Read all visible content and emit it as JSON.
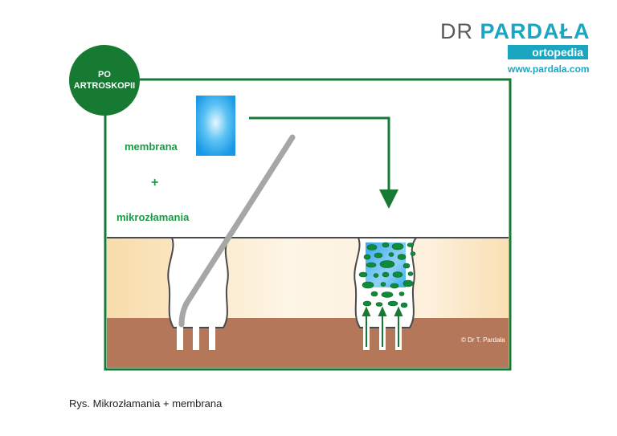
{
  "logo": {
    "prefix": "DR ",
    "brand": "PARDAŁA",
    "sub": "ortopedia",
    "url": "www.pardala.com"
  },
  "badge": {
    "line1": "PO",
    "line2": "ARTROSKOPII"
  },
  "labels": {
    "membrane": "membrana",
    "plus": "+",
    "microfracture": "mikrozłamania"
  },
  "copyright": "© Dr T. Pardała",
  "caption": "Rys. Mikrozłamania + membrana",
  "colors": {
    "frame": "#177a33",
    "brand": "#1aa6c1",
    "bone": "#b5775a",
    "cartilage": "#fbe6c4",
    "membrane": "#1ba3e8",
    "tool": "#a6a6a6",
    "clot": "#0f8c3a"
  },
  "icons": [
    "down-arrow-icon",
    "up-arrow-icon"
  ]
}
